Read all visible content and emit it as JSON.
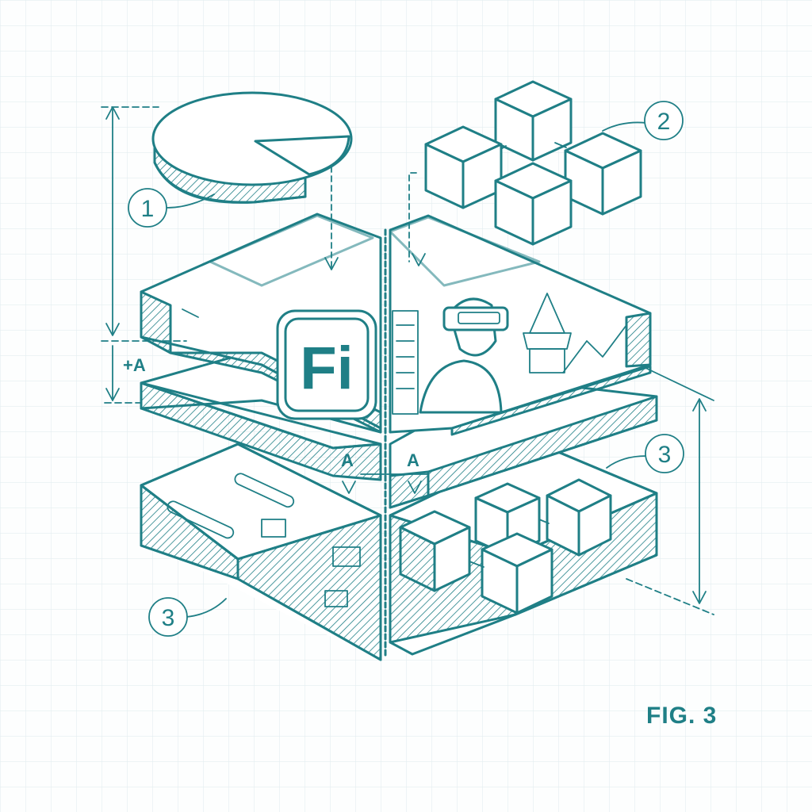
{
  "figure": {
    "caption": "FIG. 3",
    "callouts": [
      "1",
      "2",
      "3",
      "3"
    ],
    "dimension_labels": [
      "+A",
      "A",
      "A"
    ],
    "logo_text": "Fi"
  },
  "colors": {
    "ink": "#1f7f86",
    "grid": "#e3eef0",
    "paper": "#fdfefe"
  }
}
